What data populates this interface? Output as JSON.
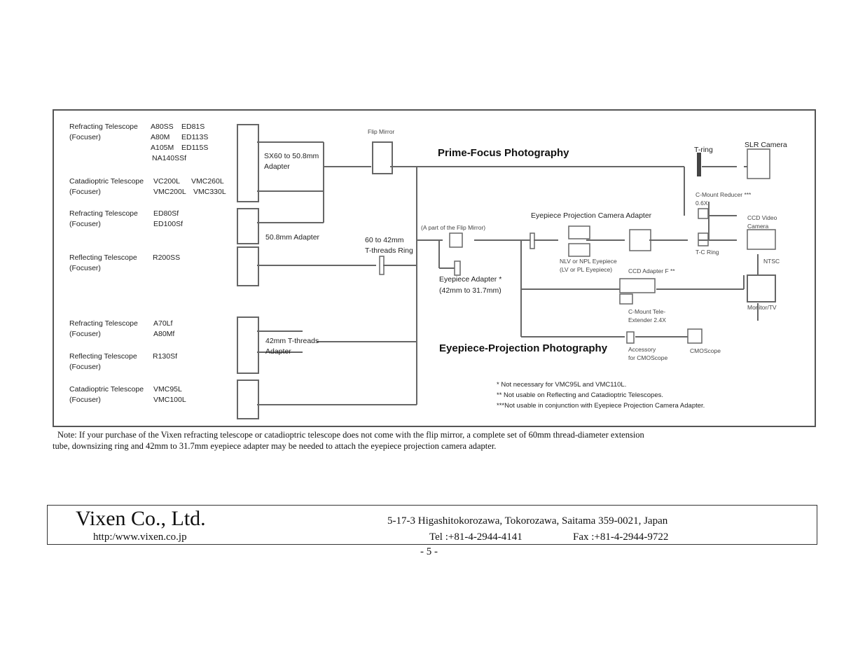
{
  "diagram": {
    "telescopes": [
      {
        "type": "Refracting Telescope",
        "sub": "(Focuser)",
        "models": [
          "A80SS",
          "ED81S",
          "A80M",
          "ED113S",
          "A105M",
          "ED115S",
          "NA140SSf"
        ]
      },
      {
        "type": "Catadioptric Telescope",
        "sub": "(Focuser)",
        "models": [
          "VC200L",
          "VMC260L",
          "VMC200L",
          "VMC330L"
        ]
      },
      {
        "type": "Refracting Telescope",
        "sub": "(Focuser)",
        "models": [
          "ED80Sf",
          "ED100Sf"
        ]
      },
      {
        "type": "Reflecting Telescope",
        "sub": "(Focuser)",
        "models": [
          "R200SS"
        ]
      },
      {
        "type": "Refracting Telescope",
        "sub": "(Focuser)",
        "models": [
          "A70Lf",
          "A80Mf"
        ]
      },
      {
        "type": "Reflecting Telescope",
        "sub": "(Focuser)",
        "models": [
          "R130Sf"
        ]
      },
      {
        "type": "Catadioptric Telescope",
        "sub": "(Focuser)",
        "models": [
          "VMC95L",
          "VMC100L"
        ]
      }
    ],
    "labels": {
      "sx60_1": "SX60 to 50.8mm",
      "sx60_2": "Adapter",
      "adapter508": "50.8mm Adapter",
      "ring60_1": "60 to 42mm",
      "ring60_2": "T-threads Ring",
      "t42_1": "42mm T-threads",
      "t42_2": "Adapter",
      "flip_mirror": "Flip Mirror",
      "flip_part": "(A part of the Flip Mirror)",
      "eyepiece_adapter_1": "Eyepiece Adapter *",
      "eyepiece_adapter_2": "(42mm to 31.7mm)",
      "epca": "Eyepiece Projection Camera Adapter",
      "nlv_1": "NLV or NPL Eyepiece",
      "nlv_2": "(LV or PL Eyepiece)",
      "ccd_adapter": "CCD Adapter F **",
      "cmount_tele_1": "C-Mount Tele-",
      "cmount_tele_2": "Extender 2.4X",
      "accessory_1": "Accessory",
      "accessory_2": "for CMOScope",
      "cmoscope": "CMOScope",
      "t_ring": "T-ring",
      "slr": "SLR Camera",
      "cmount_reducer_1": "C-Mount Reducer ***",
      "cmount_reducer_2": "0.6X",
      "ccd_video_1": "CCD Video",
      "ccd_video_2": "Camera",
      "tc_ring": "T-C Ring",
      "ntsc": "NTSC",
      "monitor": "Monitor/TV",
      "prime_focus": "Prime-Focus Photography",
      "eyepiece_projection": "Eyepiece-Projection Photography",
      "fn1": "*  Not necessary for VMC95L and VMC110L.",
      "fn2": "** Not usable on Reflecting and Catadioptric Telescopes.",
      "fn3": "***Not usable in conjunction with Eyepiece Projection Camera Adapter."
    }
  },
  "note": {
    "line1": "Note: If your purchase of the Vixen refracting telescope or catadioptric telescope does not come with the flip mirror, a complete set of 60mm thread-diameter extension",
    "line2": "tube, downsizing ring and 42mm to 31.7mm eyepiece adapter may be needed to attach the eyepiece projection camera adapter."
  },
  "footer": {
    "company": "Vixen Co., Ltd.",
    "url": "http:/www.vixen.co.jp",
    "address": "5-17-3 Higashitokorozawa, Tokorozawa, Saitama 359-0021, Japan",
    "tel": "Tel :+81-4-2944-4141",
    "fax": "Fax :+81-4-2944-9722"
  },
  "page_number": "- 5 -"
}
